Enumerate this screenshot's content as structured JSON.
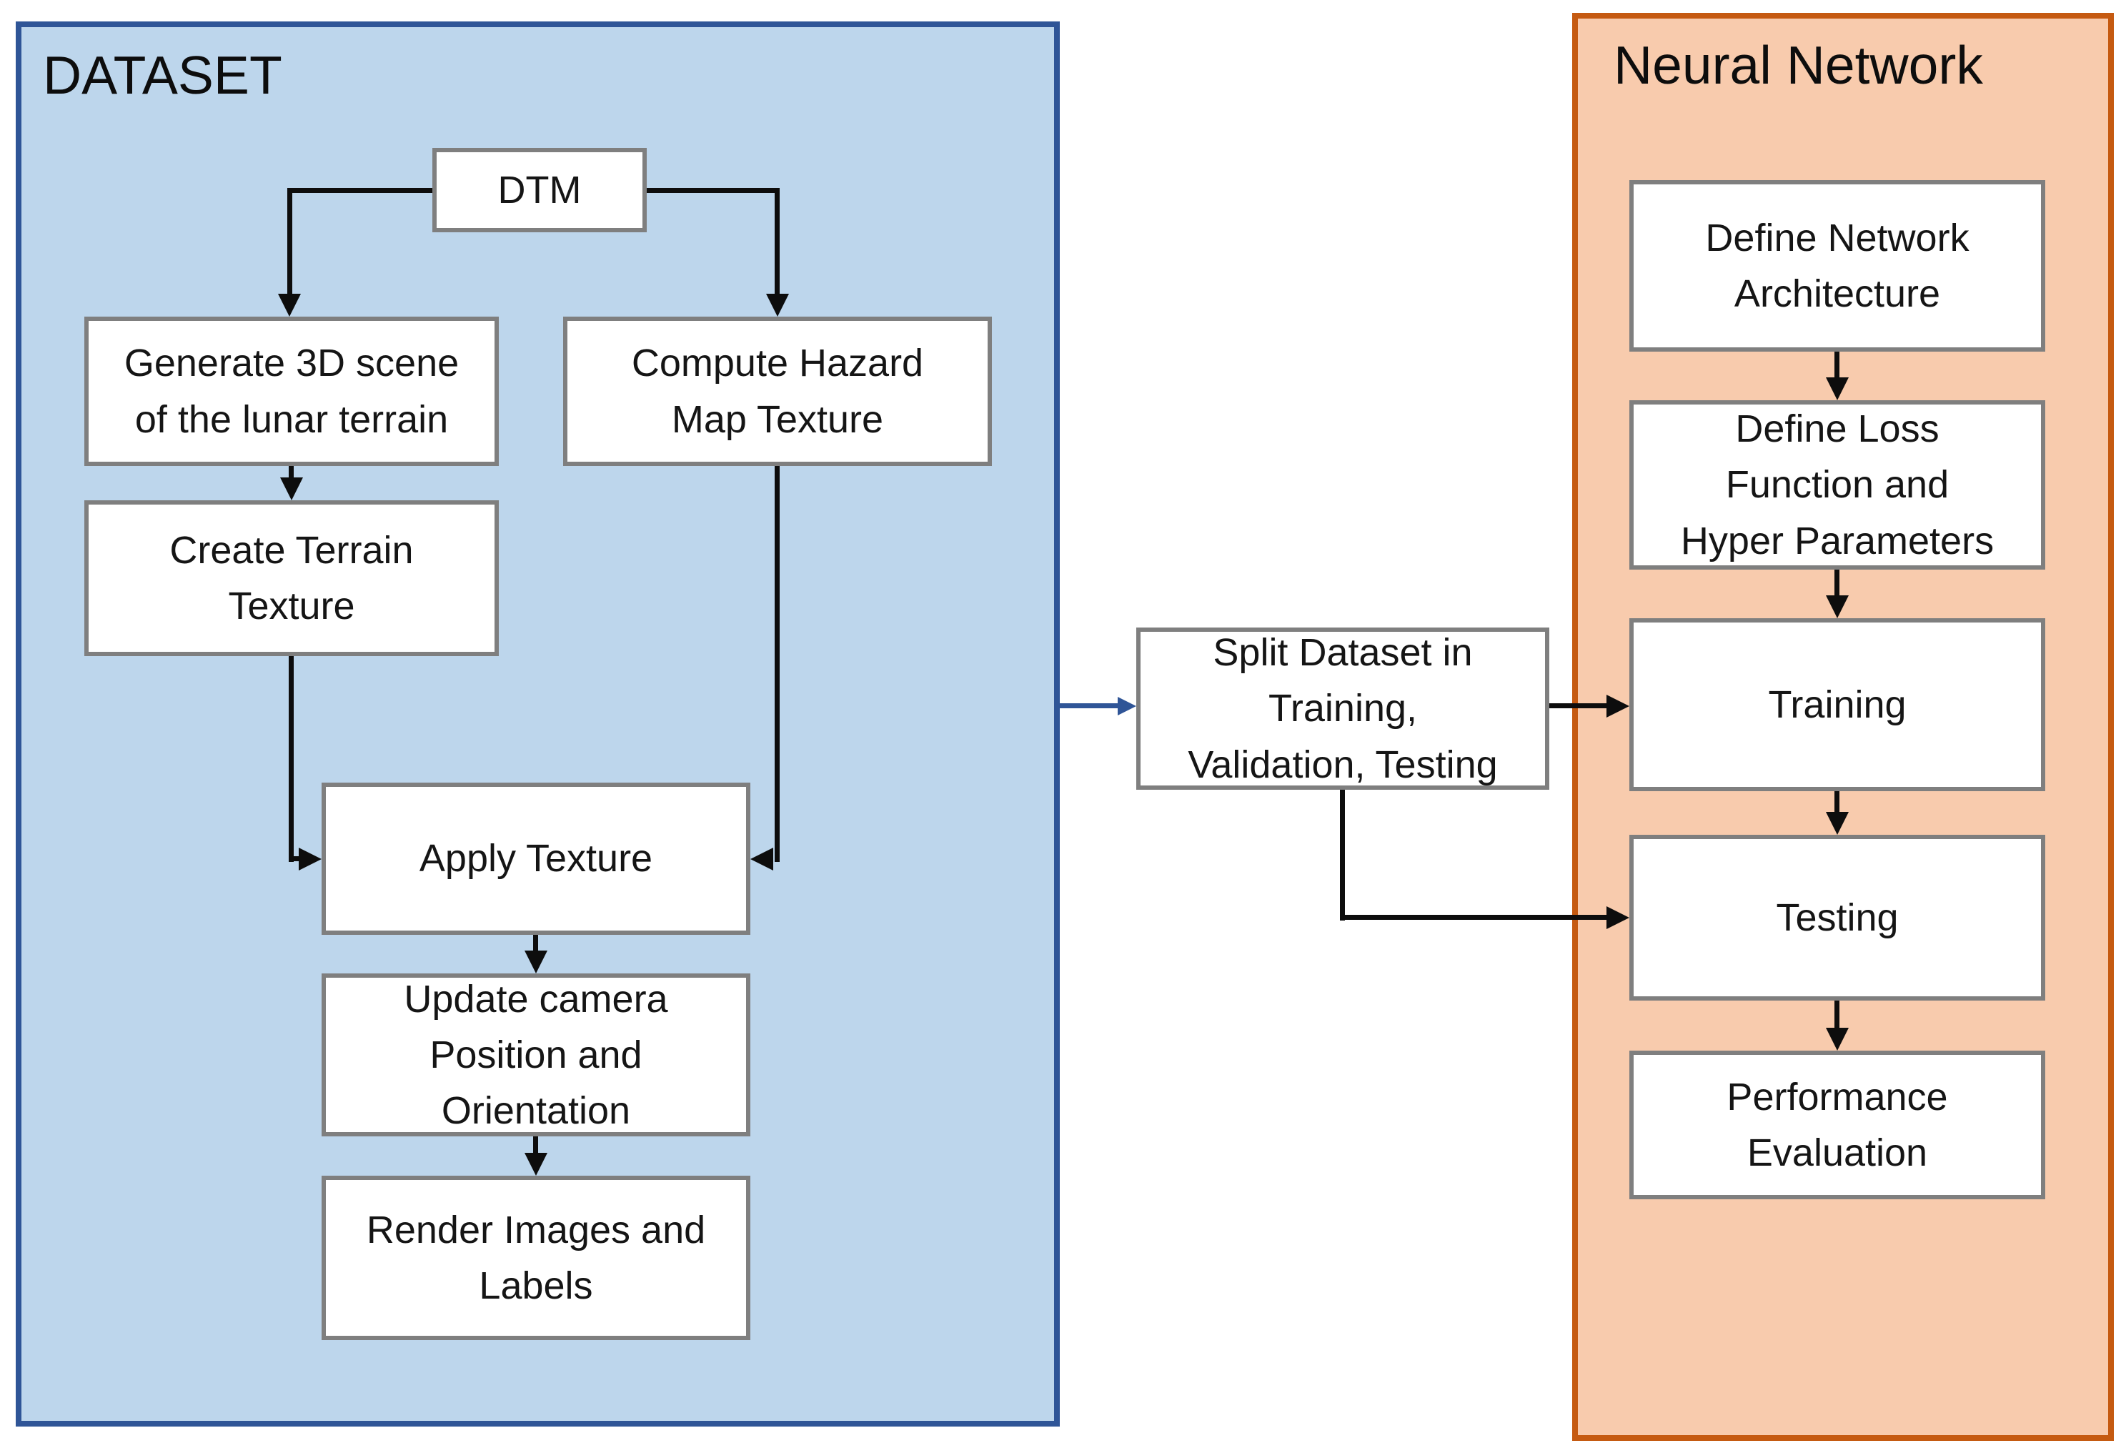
{
  "diagram": {
    "type": "flowchart",
    "panels": {
      "dataset": {
        "title": "DATASET",
        "fill": "#BDD6EC",
        "border": "#2F5597"
      },
      "nn": {
        "title": "Neural Network",
        "fill": "#F8CBAD",
        "border": "#C55A11"
      }
    },
    "nodes": {
      "dtm": {
        "label": "DTM"
      },
      "generate": {
        "label": "Generate 3D scene\nof the lunar terrain"
      },
      "compute": {
        "label": "Compute Hazard\nMap Texture"
      },
      "create": {
        "label": "Create Terrain\nTexture"
      },
      "apply": {
        "label": "Apply Texture"
      },
      "update": {
        "label": "Update camera\nPosition and\nOrientation"
      },
      "render": {
        "label": "Render Images and\nLabels"
      },
      "split": {
        "label": "Split Dataset in\nTraining,\nValidation, Testing"
      },
      "define_arch": {
        "label": "Define Network\nArchitecture"
      },
      "define_loss": {
        "label": "Define Loss\nFunction and\nHyper Parameters"
      },
      "training": {
        "label": "Training"
      },
      "testing": {
        "label": "Testing"
      },
      "performance": {
        "label": "Performance\nEvaluation"
      }
    },
    "edges": [
      {
        "from": "dtm",
        "to": "generate",
        "color": "#0d0d0d"
      },
      {
        "from": "dtm",
        "to": "compute",
        "color": "#0d0d0d"
      },
      {
        "from": "generate",
        "to": "create",
        "color": "#0d0d0d"
      },
      {
        "from": "create",
        "to": "apply",
        "color": "#0d0d0d"
      },
      {
        "from": "compute",
        "to": "apply",
        "color": "#0d0d0d"
      },
      {
        "from": "apply",
        "to": "update",
        "color": "#0d0d0d"
      },
      {
        "from": "update",
        "to": "render",
        "color": "#0d0d0d"
      },
      {
        "from": "dataset-panel",
        "to": "split",
        "color": "#2F5597"
      },
      {
        "from": "split",
        "to": "training",
        "color": "#0d0d0d"
      },
      {
        "from": "split",
        "to": "testing",
        "color": "#0d0d0d"
      },
      {
        "from": "define_arch",
        "to": "define_loss",
        "color": "#0d0d0d"
      },
      {
        "from": "define_loss",
        "to": "training",
        "color": "#0d0d0d"
      },
      {
        "from": "training",
        "to": "testing",
        "color": "#0d0d0d"
      },
      {
        "from": "testing",
        "to": "performance",
        "color": "#0d0d0d"
      }
    ],
    "colors": {
      "box_fill": "#ffffff",
      "box_border": "#7F7F7F",
      "text": "#151515",
      "arrow": "#0d0d0d",
      "blue_arrow": "#2F5597"
    }
  }
}
